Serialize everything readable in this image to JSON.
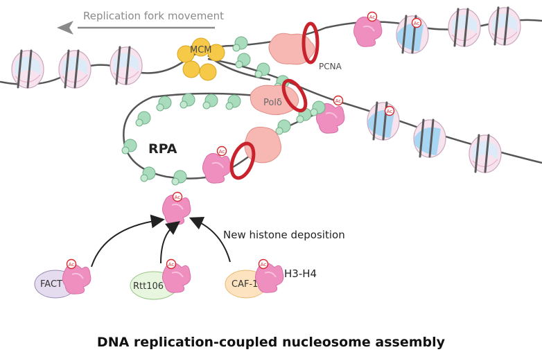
{
  "title": "DNA replication-coupled nucleosome assembly",
  "labels": {
    "fork_movement": "Replication fork movement",
    "mcm": "MCM",
    "pcna": "PCNA",
    "pol_delta": "Polδ",
    "rpa": "RPA",
    "new_histone_deposition": "New histone deposition",
    "h3_h4": "H3-H4",
    "acetyl_mark": "Ac"
  },
  "chaperones": [
    {
      "name": "FACT",
      "color": "#e6dcef"
    },
    {
      "name": "Rtt106",
      "color": "#e9f6df"
    },
    {
      "name": "CAF-1",
      "color": "#fde3c0"
    }
  ],
  "colors": {
    "dna": "#555555",
    "arrow": "#8a8a8a",
    "pink_histone": "#ef8fbf",
    "blue_histone": "#bfe0f5",
    "rpa_green": "#a9dcbc",
    "mcm_yellow": "#f7c948",
    "pcna_red": "#c8232c",
    "polymerase_salmon": "#f7b8b3",
    "ac_red": "#d8262c"
  }
}
